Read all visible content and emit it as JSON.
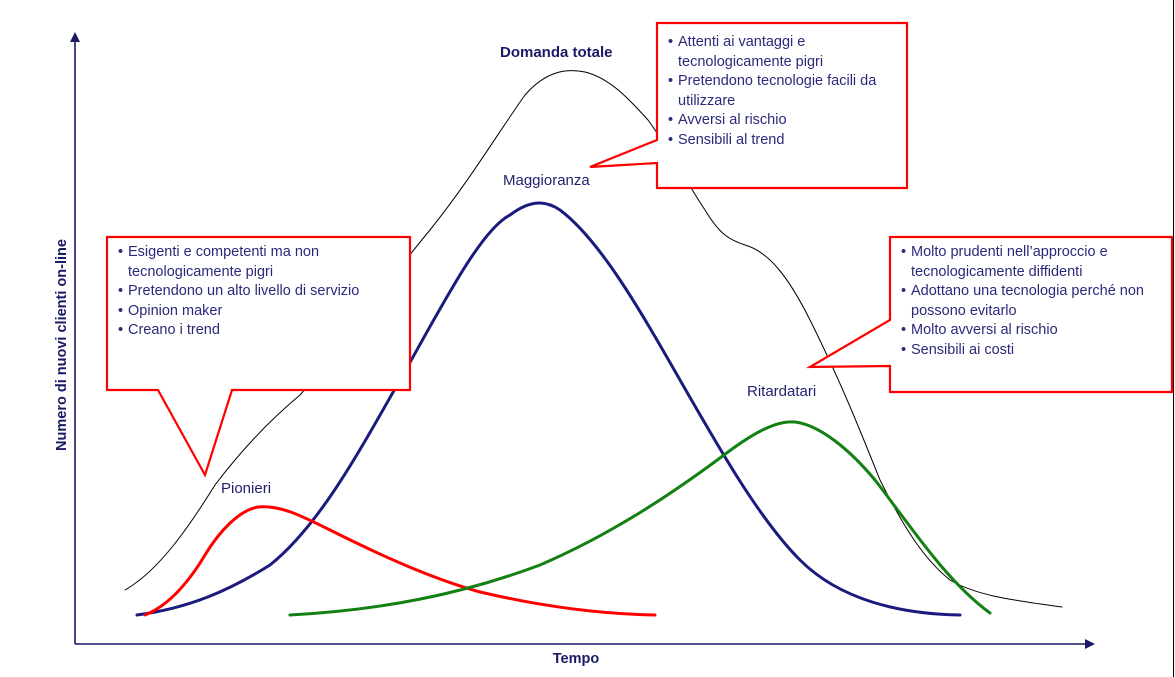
{
  "diagram": {
    "y_axis_label": "Numero di nuovi clienti on-line",
    "x_axis_label": "Tempo",
    "curves": {
      "total": {
        "label": "Domanda totale",
        "color": "#000000"
      },
      "maggioranza": {
        "label": "Maggioranza",
        "color": "#1b1b7e"
      },
      "pionieri": {
        "label": "Pionieri",
        "color": "#ff0000"
      },
      "ritardatari": {
        "label": "Ritardatari",
        "color": "#138013"
      }
    },
    "callouts": {
      "pionieri": {
        "border_color": "#ff0000",
        "items": [
          "Esigenti e competenti ma non tecnologicamente pigri",
          "Pretendono un alto livello di servizio",
          "Opinion maker",
          "Creano i trend"
        ]
      },
      "maggioranza": {
        "border_color": "#ff0000",
        "items": [
          "Attenti ai vantaggi e tecnologicamente pigri",
          "Pretendono tecnologie facili da utilizzare",
          "Avversi al rischio",
          "Sensibili al trend"
        ]
      },
      "ritardatari": {
        "border_color": "#ff0000",
        "items": [
          "Molto prudenti nell’approccio e tecnologicamente diffidenti",
          "Adottano una tecnologia perché non possono evitarlo",
          "Molto avversi al rischio",
          "Sensibili ai costi"
        ]
      }
    }
  }
}
